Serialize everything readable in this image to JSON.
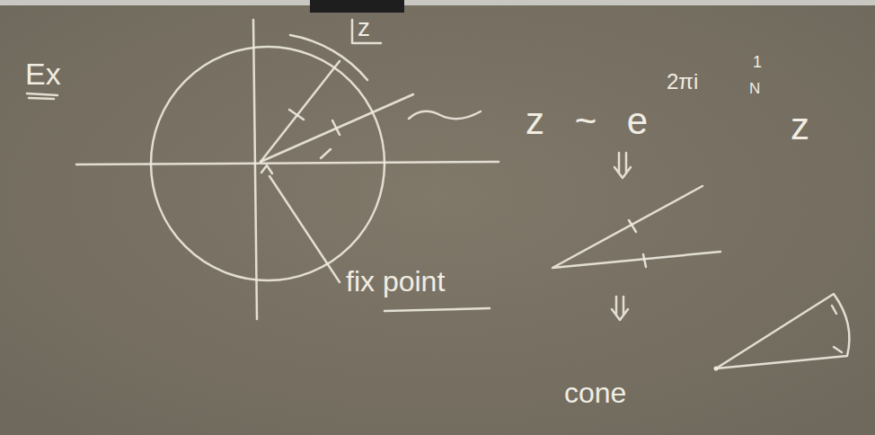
{
  "diagram": {
    "labels": [
      "Ex",
      "z",
      "z ~ e",
      "2πi",
      "1",
      "N",
      "z",
      "fix point",
      "cone"
    ]
  }
}
